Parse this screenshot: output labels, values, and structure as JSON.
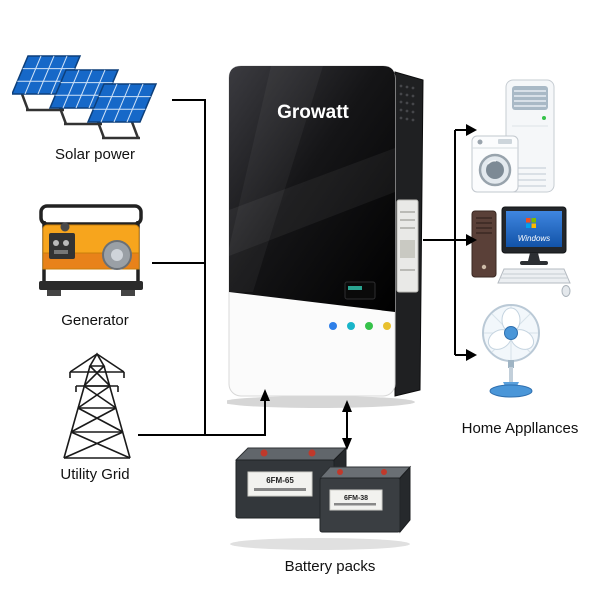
{
  "diagram": {
    "nodes": {
      "solar": {
        "label": "Solar power"
      },
      "generator": {
        "label": "Generator"
      },
      "utility_grid": {
        "label": "Utility Grid"
      },
      "inverter": {
        "brand": "Growatt"
      },
      "battery": {
        "label": "Battery packs",
        "front_model": "6FM-65",
        "back_model": "6FM-38"
      },
      "appliances": {
        "label": "Home Appllances",
        "computer_screen": "Windows"
      }
    },
    "connections": [
      {
        "from": "solar",
        "to": "inverter",
        "type": "arrow"
      },
      {
        "from": "generator",
        "to": "inverter",
        "type": "arrow"
      },
      {
        "from": "utility_grid",
        "to": "inverter",
        "type": "arrow"
      },
      {
        "from": "inverter",
        "to": "battery",
        "type": "bidirectional-arrow"
      },
      {
        "from": "inverter",
        "to": "appliances",
        "type": "arrow"
      }
    ],
    "colors": {
      "connector": "#000000",
      "solar_panel": "#1668c8",
      "generator_body": "#f7a51d",
      "inverter_top": "#141416",
      "inverter_front": "#fbfbfb",
      "battery_body": "#33373b",
      "fan_base": "#4a96d8"
    }
  }
}
